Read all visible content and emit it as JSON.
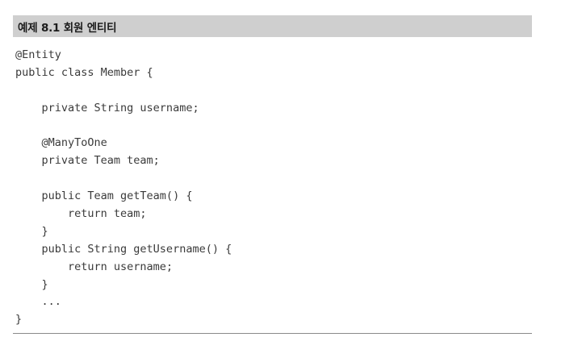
{
  "caption": "예제 8.1 회원 엔티티",
  "code_lines": [
    "@Entity",
    "public class Member {",
    "",
    "    private String username;",
    "",
    "    @ManyToOne",
    "    private Team team;",
    "",
    "    public Team getTeam() {",
    "        return team;",
    "    }",
    "    public String getUsername() {",
    "        return username;",
    "    }",
    "    ...",
    "}"
  ]
}
